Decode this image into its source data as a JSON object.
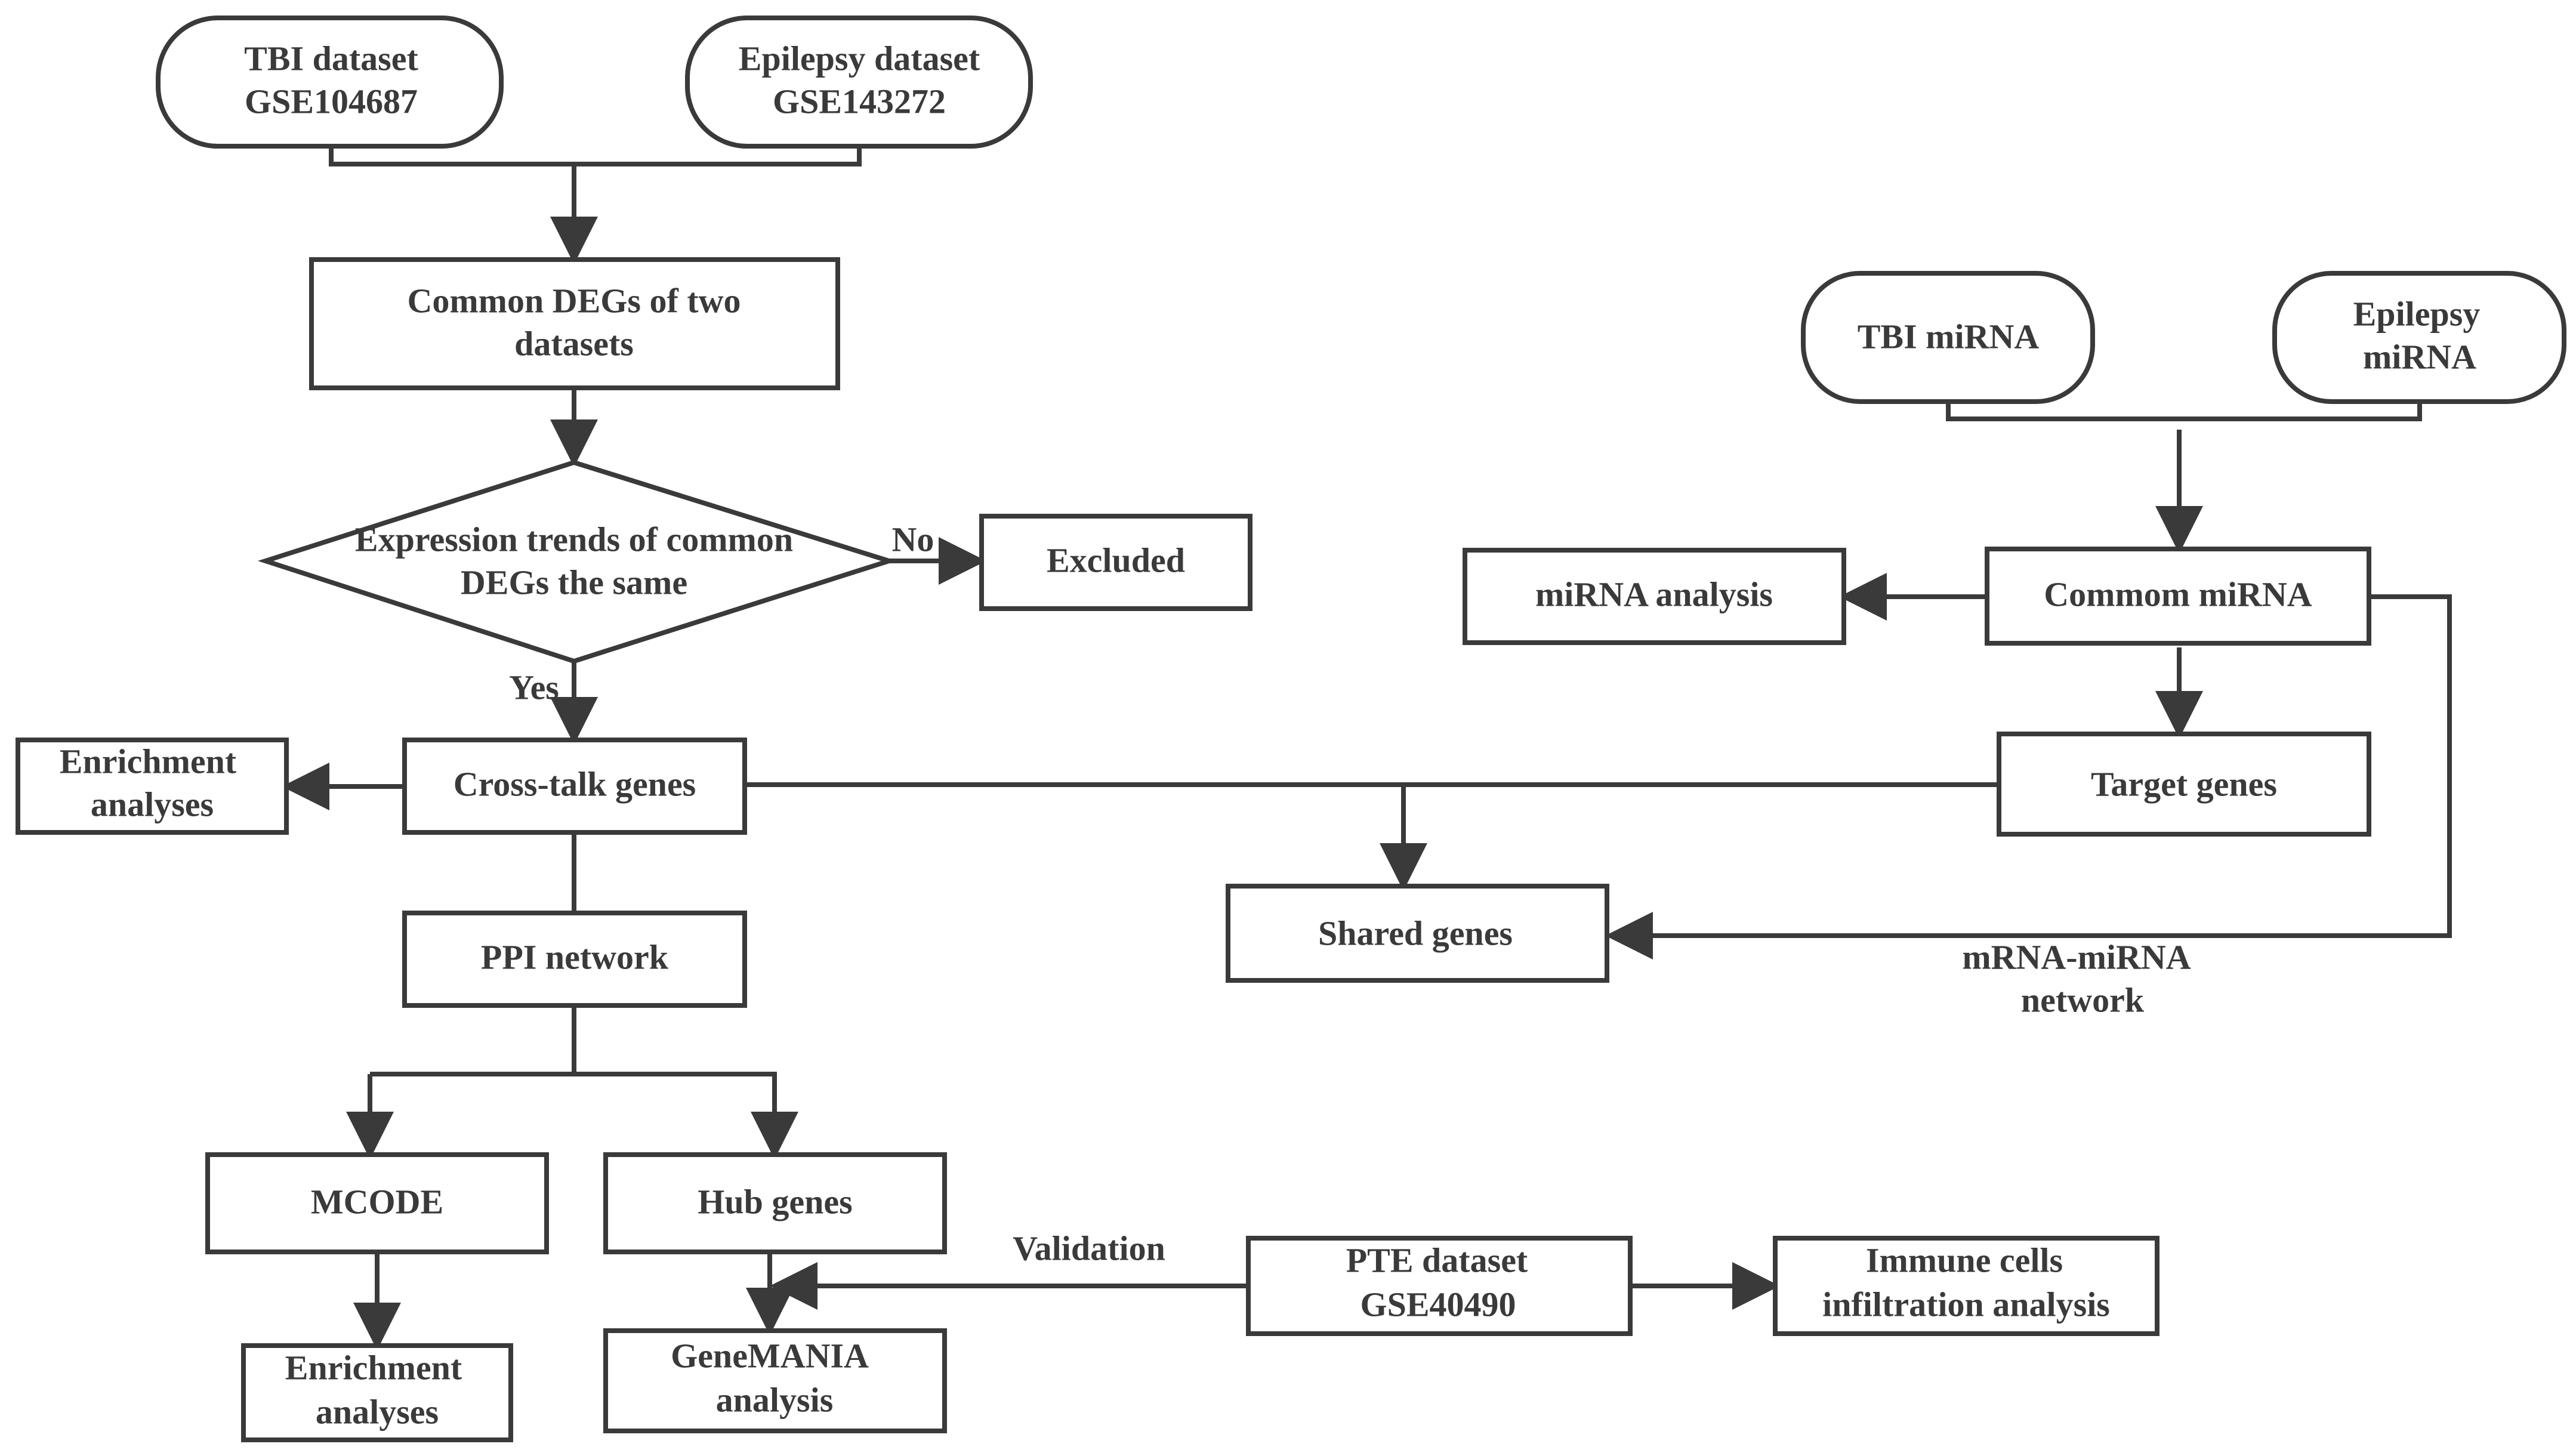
{
  "nodes": {
    "tbi_dataset": [
      "TBI dataset",
      "GSE104687"
    ],
    "epilepsy_dataset": [
      "Epilepsy dataset",
      "GSE143272"
    ],
    "common_degs": [
      "Common DEGs of two",
      "datasets"
    ],
    "expression_trends": [
      "Expression trends of common",
      "DEGs the same"
    ],
    "excluded": [
      "Excluded"
    ],
    "enrichment_left": [
      "Enrichment",
      "analyses"
    ],
    "crosstalk": [
      "Cross-talk genes"
    ],
    "ppi": [
      "PPI network"
    ],
    "mcode": [
      "MCODE"
    ],
    "hub": [
      "Hub genes"
    ],
    "enrichment_bottom": [
      "Enrichment",
      "analyses"
    ],
    "genemania": [
      "GeneMANIA",
      "analysis"
    ],
    "pte_dataset": [
      "PTE dataset",
      "GSE40490"
    ],
    "immune": [
      "Immune cells",
      "infiltration analysis"
    ],
    "tbi_mirna": [
      "TBI miRNA"
    ],
    "epilepsy_mirna": [
      "Epilepsy",
      "miRNA"
    ],
    "mirna_analysis": [
      "miRNA analysis"
    ],
    "common_mirna": [
      "Commom miRNA"
    ],
    "target_genes": [
      "Target genes"
    ],
    "shared_genes": [
      "Shared genes"
    ]
  },
  "edge_labels": {
    "no": "No",
    "yes": "Yes",
    "validation": "Validation",
    "mrna_mirna": [
      "mRNA-miRNA",
      "network"
    ]
  }
}
